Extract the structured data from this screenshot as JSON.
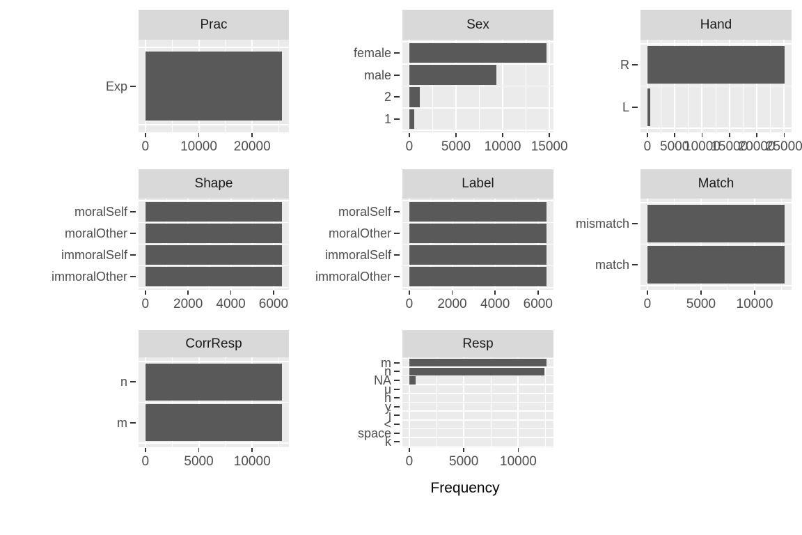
{
  "chart_data": {
    "type": "bar",
    "orientation": "horizontal",
    "xlabel": "Frequency",
    "grid": true,
    "legend": "none",
    "style": {
      "bar_color": "#595959",
      "panel_bg": "#EBEBEB",
      "strip_bg": "#D9D9D9",
      "grid_color": "#FFFFFF",
      "axis_text_color": "#4D4D4D",
      "strip_text_color": "#1A1A1A",
      "tick_mark_color": "#333333",
      "figure_bg": "#FFFFFF"
    },
    "facets": [
      {
        "title": "Prac",
        "categories": [
          "Exp"
        ],
        "values": [
          25600
        ],
        "x_ticks": [
          0,
          10000,
          20000
        ],
        "x_data_max": 25600
      },
      {
        "title": "Sex",
        "categories": [
          "female",
          "male",
          "2",
          "1"
        ],
        "values": [
          14700,
          9300,
          1100,
          500
        ],
        "x_ticks": [
          0,
          5000,
          10000,
          15000
        ],
        "x_data_max": 14700
      },
      {
        "title": "Hand",
        "categories": [
          "R",
          "L"
        ],
        "values": [
          25100,
          500
        ],
        "x_ticks": [
          0,
          5000,
          10000,
          15000,
          20000,
          25000
        ],
        "x_data_max": 25100
      },
      {
        "title": "Shape",
        "categories": [
          "moralSelf",
          "moralOther",
          "immoralSelf",
          "immoralOther"
        ],
        "values": [
          6400,
          6400,
          6400,
          6400
        ],
        "x_ticks": [
          0,
          2000,
          4000,
          6000
        ],
        "x_data_max": 6400
      },
      {
        "title": "Label",
        "categories": [
          "moralSelf",
          "moralOther",
          "immoralSelf",
          "immoralOther"
        ],
        "values": [
          6400,
          6400,
          6400,
          6400
        ],
        "x_ticks": [
          0,
          2000,
          4000,
          6000
        ],
        "x_data_max": 6400
      },
      {
        "title": "Match",
        "categories": [
          "mismatch",
          "match"
        ],
        "values": [
          12800,
          12800
        ],
        "x_ticks": [
          0,
          5000,
          10000
        ],
        "x_data_max": 12800
      },
      {
        "title": "CorrResp",
        "categories": [
          "n",
          "m"
        ],
        "values": [
          12800,
          12800
        ],
        "x_ticks": [
          0,
          5000,
          10000
        ],
        "x_data_max": 12800
      },
      {
        "title": "Resp",
        "categories": [
          "m",
          "n",
          "NA",
          "u",
          "h",
          "y",
          "j",
          "<",
          "space",
          "k"
        ],
        "values": [
          12600,
          12400,
          600,
          0,
          0,
          0,
          0,
          0,
          0,
          0
        ],
        "x_ticks": [
          0,
          5000,
          10000
        ],
        "x_data_max": 12600
      }
    ]
  }
}
